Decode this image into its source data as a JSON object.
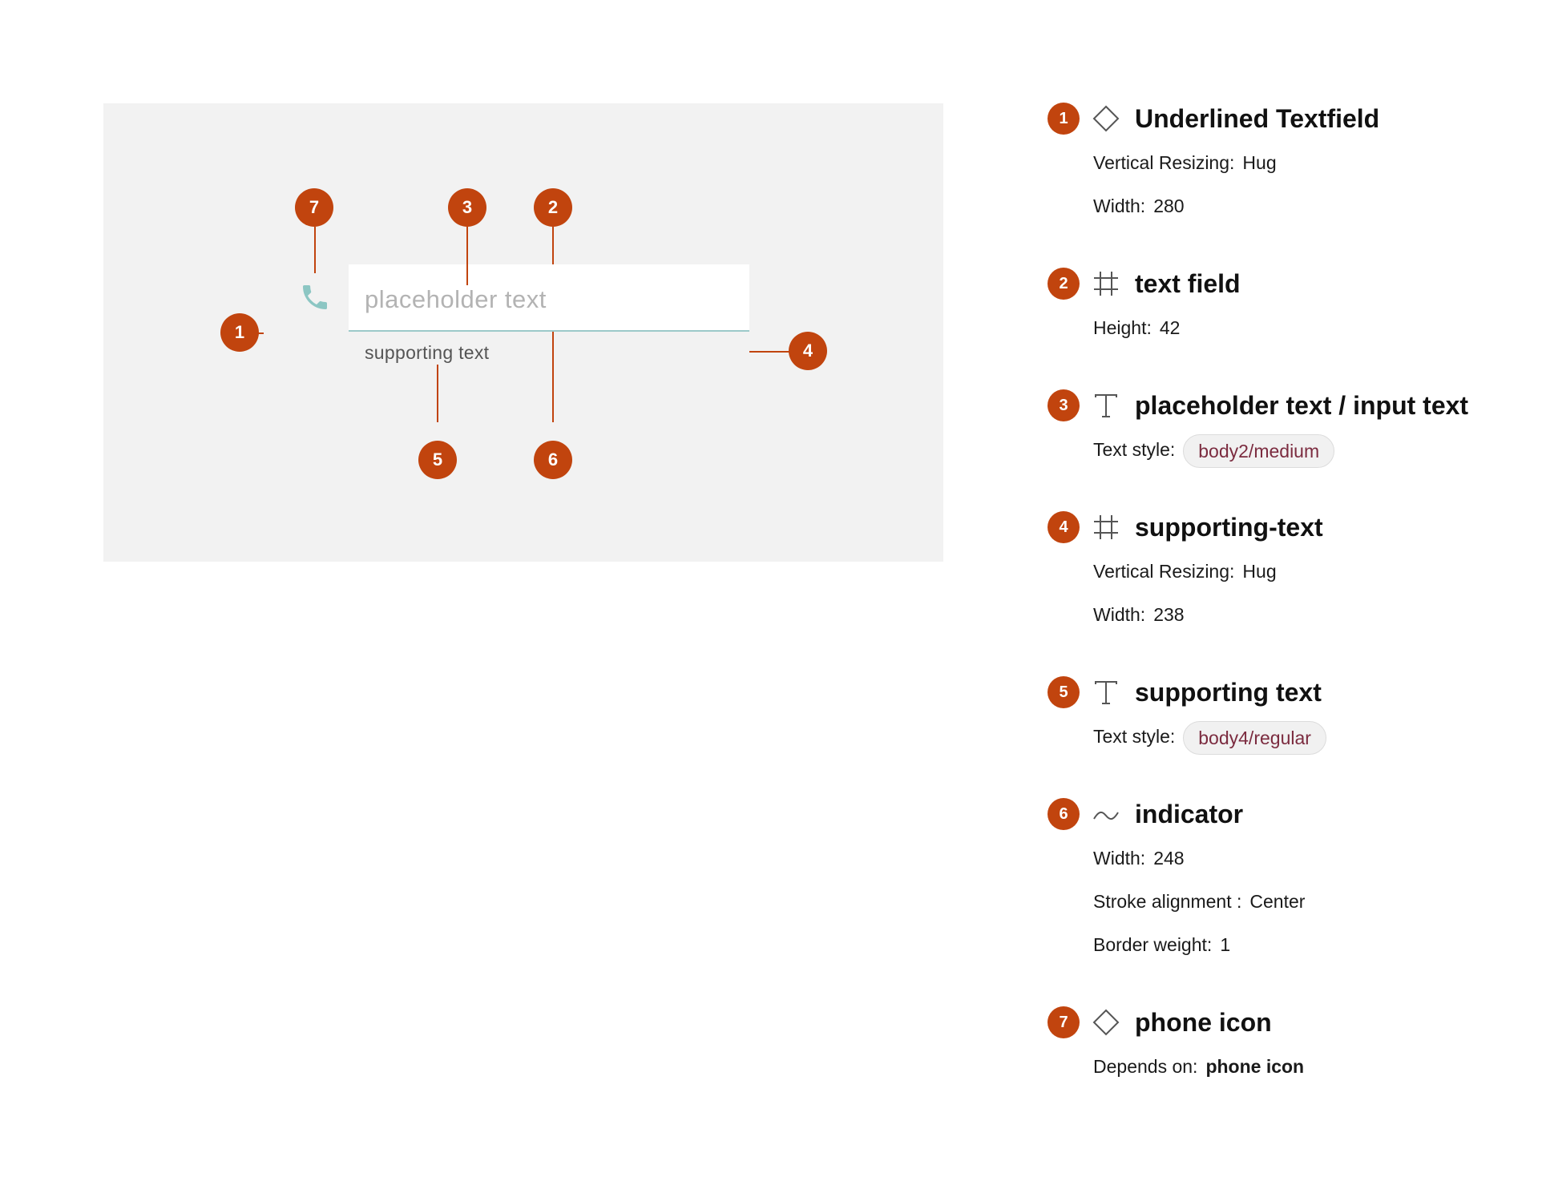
{
  "preview": {
    "placeholder": "placeholder text",
    "supporting_text": "supporting text",
    "badges": [
      "1",
      "2",
      "3",
      "4",
      "5",
      "6",
      "7"
    ],
    "icon": "phone-icon",
    "colors": {
      "badge": "#c1440e",
      "indicator": "#9cc9c9",
      "phone_icon": "#8cc6c3",
      "canvas": "#f2f2f2"
    }
  },
  "specs": [
    {
      "number": "1",
      "icon": "component-diamond-icon",
      "title": "Underlined Textfield",
      "props": [
        {
          "key": "Vertical Resizing:",
          "value": "Hug",
          "style": "plain"
        },
        {
          "key": "Width:",
          "value": "280",
          "style": "plain"
        }
      ]
    },
    {
      "number": "2",
      "icon": "frame-hash-icon",
      "title": "text field",
      "props": [
        {
          "key": "Height:",
          "value": "42",
          "style": "plain"
        }
      ]
    },
    {
      "number": "3",
      "icon": "text-t-icon",
      "title": "placeholder text / input text",
      "props": [
        {
          "key": "Text style:",
          "value": "body2/medium",
          "style": "pill"
        }
      ]
    },
    {
      "number": "4",
      "icon": "frame-hash-icon",
      "title": "supporting-text",
      "props": [
        {
          "key": "Vertical Resizing:",
          "value": "Hug",
          "style": "plain"
        },
        {
          "key": "Width:",
          "value": "238",
          "style": "plain"
        }
      ]
    },
    {
      "number": "5",
      "icon": "text-t-icon",
      "title": "supporting text",
      "props": [
        {
          "key": "Text style:",
          "value": "body4/regular",
          "style": "pill"
        }
      ]
    },
    {
      "number": "6",
      "icon": "vector-curve-icon",
      "title": "indicator",
      "props": [
        {
          "key": "Width:",
          "value": "248",
          "style": "plain"
        },
        {
          "key": "Stroke alignment :",
          "value": "Center",
          "style": "plain"
        },
        {
          "key": "Border weight:",
          "value": "1",
          "style": "plain"
        }
      ]
    },
    {
      "number": "7",
      "icon": "component-diamond-icon",
      "title": "phone icon",
      "props": [
        {
          "key": "Depends on:",
          "value": "phone icon",
          "style": "bold"
        }
      ]
    }
  ]
}
